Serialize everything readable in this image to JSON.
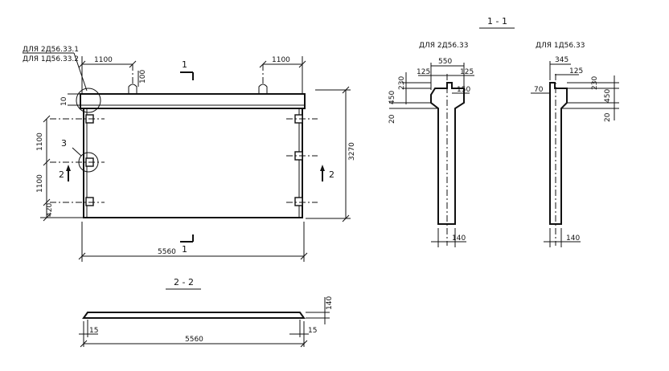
{
  "section_1_1": {
    "title": "1 - 1"
  },
  "section_2_2": {
    "title": "2 - 2"
  },
  "main_view": {
    "note_line1": "ДЛЯ 2Д56.33.1",
    "note_line2": "ДЛЯ 1Д56.33.2",
    "dim_left_1100": "1100",
    "dim_right_1100": "1100",
    "dim_100": "100",
    "dim_10": "10",
    "dim_row1_1100": "1100",
    "dim_row2_1100": "1100",
    "dim_420": "420",
    "dim_height": "3270",
    "dim_length": "5560",
    "callout_3": "3",
    "cut_1_top": "1",
    "cut_1_bottom": "1",
    "cut_2_left": "2",
    "cut_2_right": "2"
  },
  "profile_2d": {
    "caption": "ДЛЯ 2Д56.33",
    "dim_550": "550",
    "dim_125_left": "125",
    "dim_125_right": "125",
    "dim_150": "150",
    "dim_230": "230",
    "dim_450": "450",
    "dim_20": "20",
    "dim_140": "140"
  },
  "profile_1d": {
    "caption": "ДЛЯ 1Д56.33",
    "dim_345": "345",
    "dim_125": "125",
    "dim_70": "70",
    "dim_230": "230",
    "dim_450": "450",
    "dim_20": "20",
    "dim_140": "140"
  },
  "section_view": {
    "dim_140": "140",
    "dim_15_left": "15",
    "dim_15_right": "15",
    "dim_length": "5560"
  }
}
